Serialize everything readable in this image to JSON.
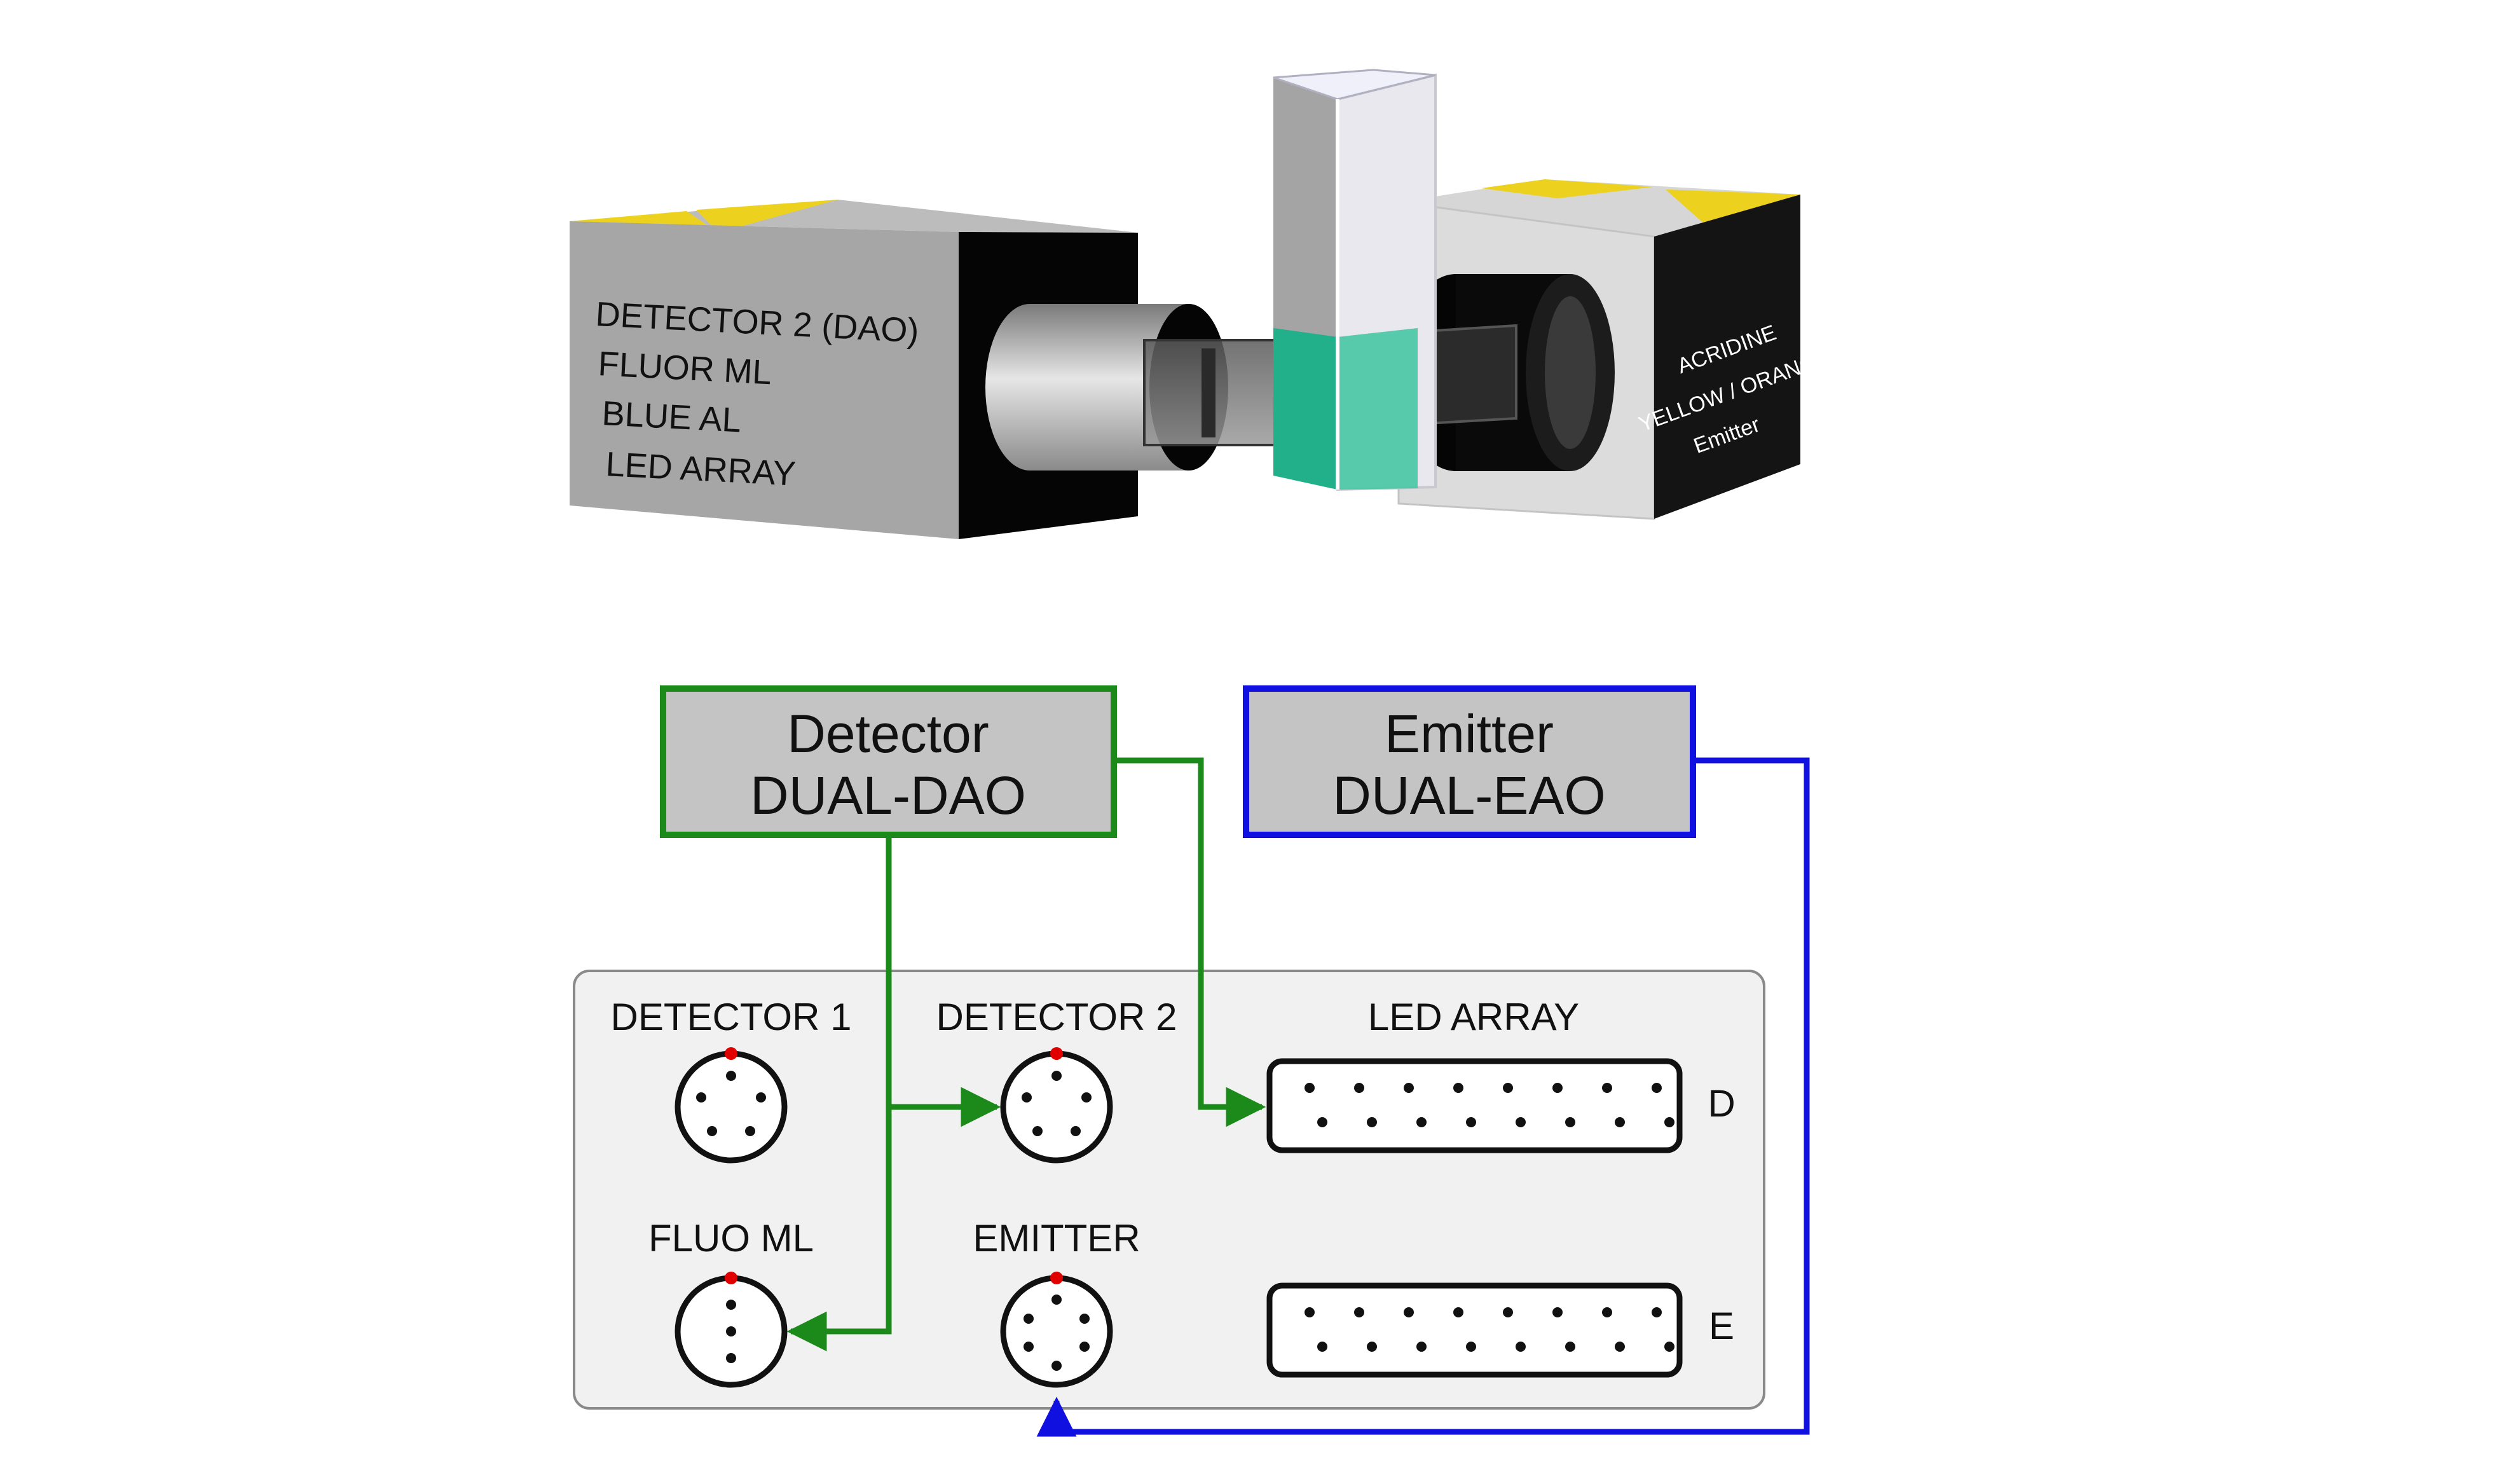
{
  "colors": {
    "detector_line": "#1b8a1b",
    "emitter_line": "#1010e0",
    "box_fill": "#c4c4c4",
    "panel_fill": "#f1f1f1",
    "pin_marker": "#e00000",
    "cube_yellow": "#ecd21e",
    "cuvette_liquid": "#22b08a"
  },
  "illustration": {
    "detector_cube_lines": [
      "DETECTOR 2 (DAO)",
      "FLUOR ML",
      "BLUE AL",
      "LED ARRAY"
    ],
    "emitter_cube_lines": [
      "ACRIDINE",
      "YELLOW / ORANGE",
      "Emitter"
    ]
  },
  "detector_box": {
    "line1": "Detector",
    "line2": "DUAL-DAO"
  },
  "emitter_box": {
    "line1": "Emitter",
    "line2": "DUAL-EAO"
  },
  "panel": {
    "detector1_label": "DETECTOR 1",
    "detector2_label": "DETECTOR 2",
    "led_array_label": "LED ARRAY",
    "fluo_ml_label": "FLUO ML",
    "emitter_label": "EMITTER",
    "port_d_label": "D",
    "port_e_label": "E"
  },
  "icons": [
    "circular-connector-icon",
    "d-sub-connector-icon",
    "arrow-head-icon"
  ]
}
